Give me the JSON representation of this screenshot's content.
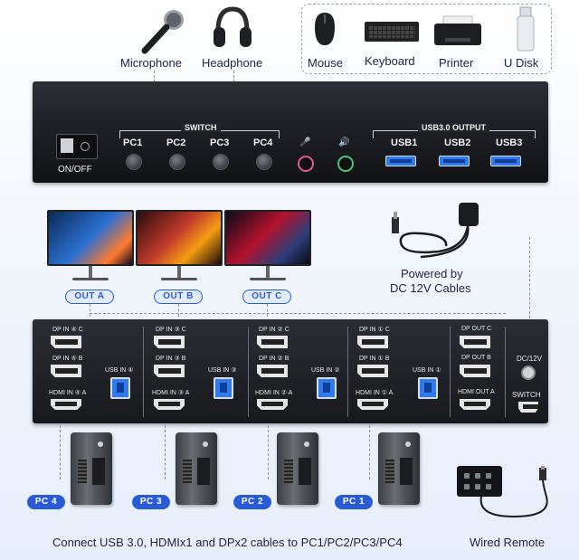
{
  "peripherals": {
    "microphone": "Microphone",
    "headphone": "Headphone",
    "mouse": "Mouse",
    "keyboard": "Keyboard",
    "printer": "Printer",
    "udisk": "U Disk"
  },
  "front_panel": {
    "power_label": "ON/OFF",
    "switch_label": "SWITCH",
    "pc_buttons": [
      "PC1",
      "PC2",
      "PC3",
      "PC4"
    ],
    "usb_output_label": "USB3.0 OUTPUT",
    "usb_ports": [
      "USB1",
      "USB2",
      "USB3"
    ]
  },
  "outputs": [
    "OUT A",
    "OUT B",
    "OUT C"
  ],
  "power_text_line1": "Powered by",
  "power_text_line2": "DC 12V Cables",
  "rear_panel": {
    "groups": [
      {
        "dp_c": "DP IN ④ C",
        "dp_b": "DP IN ④ B",
        "hdmi": "HDMI IN ④ A",
        "usb": "USB IN ④"
      },
      {
        "dp_c": "DP IN ③ C",
        "dp_b": "DP IN ③ B",
        "hdmi": "HDMI IN ③ A",
        "usb": "USB IN ③"
      },
      {
        "dp_c": "DP IN ② C",
        "dp_b": "DP IN ② B",
        "hdmi": "HDMI IN ② A",
        "usb": "USB IN ②"
      },
      {
        "dp_c": "DP IN ① C",
        "dp_b": "DP IN ① B",
        "hdmi": "HDMI IN ① A",
        "usb": "USB IN ①"
      }
    ],
    "out": {
      "dp_c": "DP OUT C",
      "dp_b": "DP OUT B",
      "hdmi": "HDMI OUT A"
    },
    "dc_label": "DC/12V",
    "switch_label": "SWITCH"
  },
  "pcs": [
    "PC 4",
    "PC 3",
    "PC 2",
    "PC 1"
  ],
  "caption": "Connect USB 3.0, HDMIx1 and DPx2 cables to PC1/PC2/PC3/PC4",
  "remote_label": "Wired Remote"
}
